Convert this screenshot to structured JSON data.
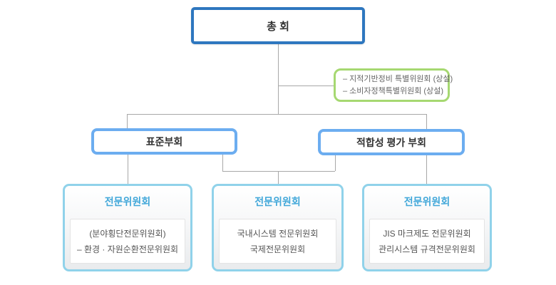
{
  "org": {
    "root": {
      "label": "총 회"
    },
    "special_note": {
      "lines": [
        "– 지적기반정비 특별위원회 (상설)",
        "– 소비자정책특별위원회 (상설)"
      ]
    },
    "branches": [
      {
        "label": "표준부회"
      },
      {
        "label": "적합성 평가 부회"
      }
    ],
    "committees": [
      {
        "title": "전문위원회",
        "lines": [
          "(분야횡단전문위원회)",
          "– 환경 · 자원순환전문위원회"
        ]
      },
      {
        "title": "전문위원회",
        "lines": [
          "국내시스템 전문위원회",
          "국제전문위원회"
        ]
      },
      {
        "title": "전문위원회",
        "lines": [
          "JIS 마크제도 전문위원회",
          "관리시스템 규격전문위원회"
        ]
      }
    ]
  },
  "colors": {
    "root_border": "#2e77bf",
    "branch_border": "#6cadf0",
    "note_border": "#a6d871",
    "committee_border": "#90d2ea",
    "committee_title_text": "#41a7d9",
    "connector_line": "#a8a8a8",
    "dark_text": "#333333",
    "body_text": "#555555"
  }
}
